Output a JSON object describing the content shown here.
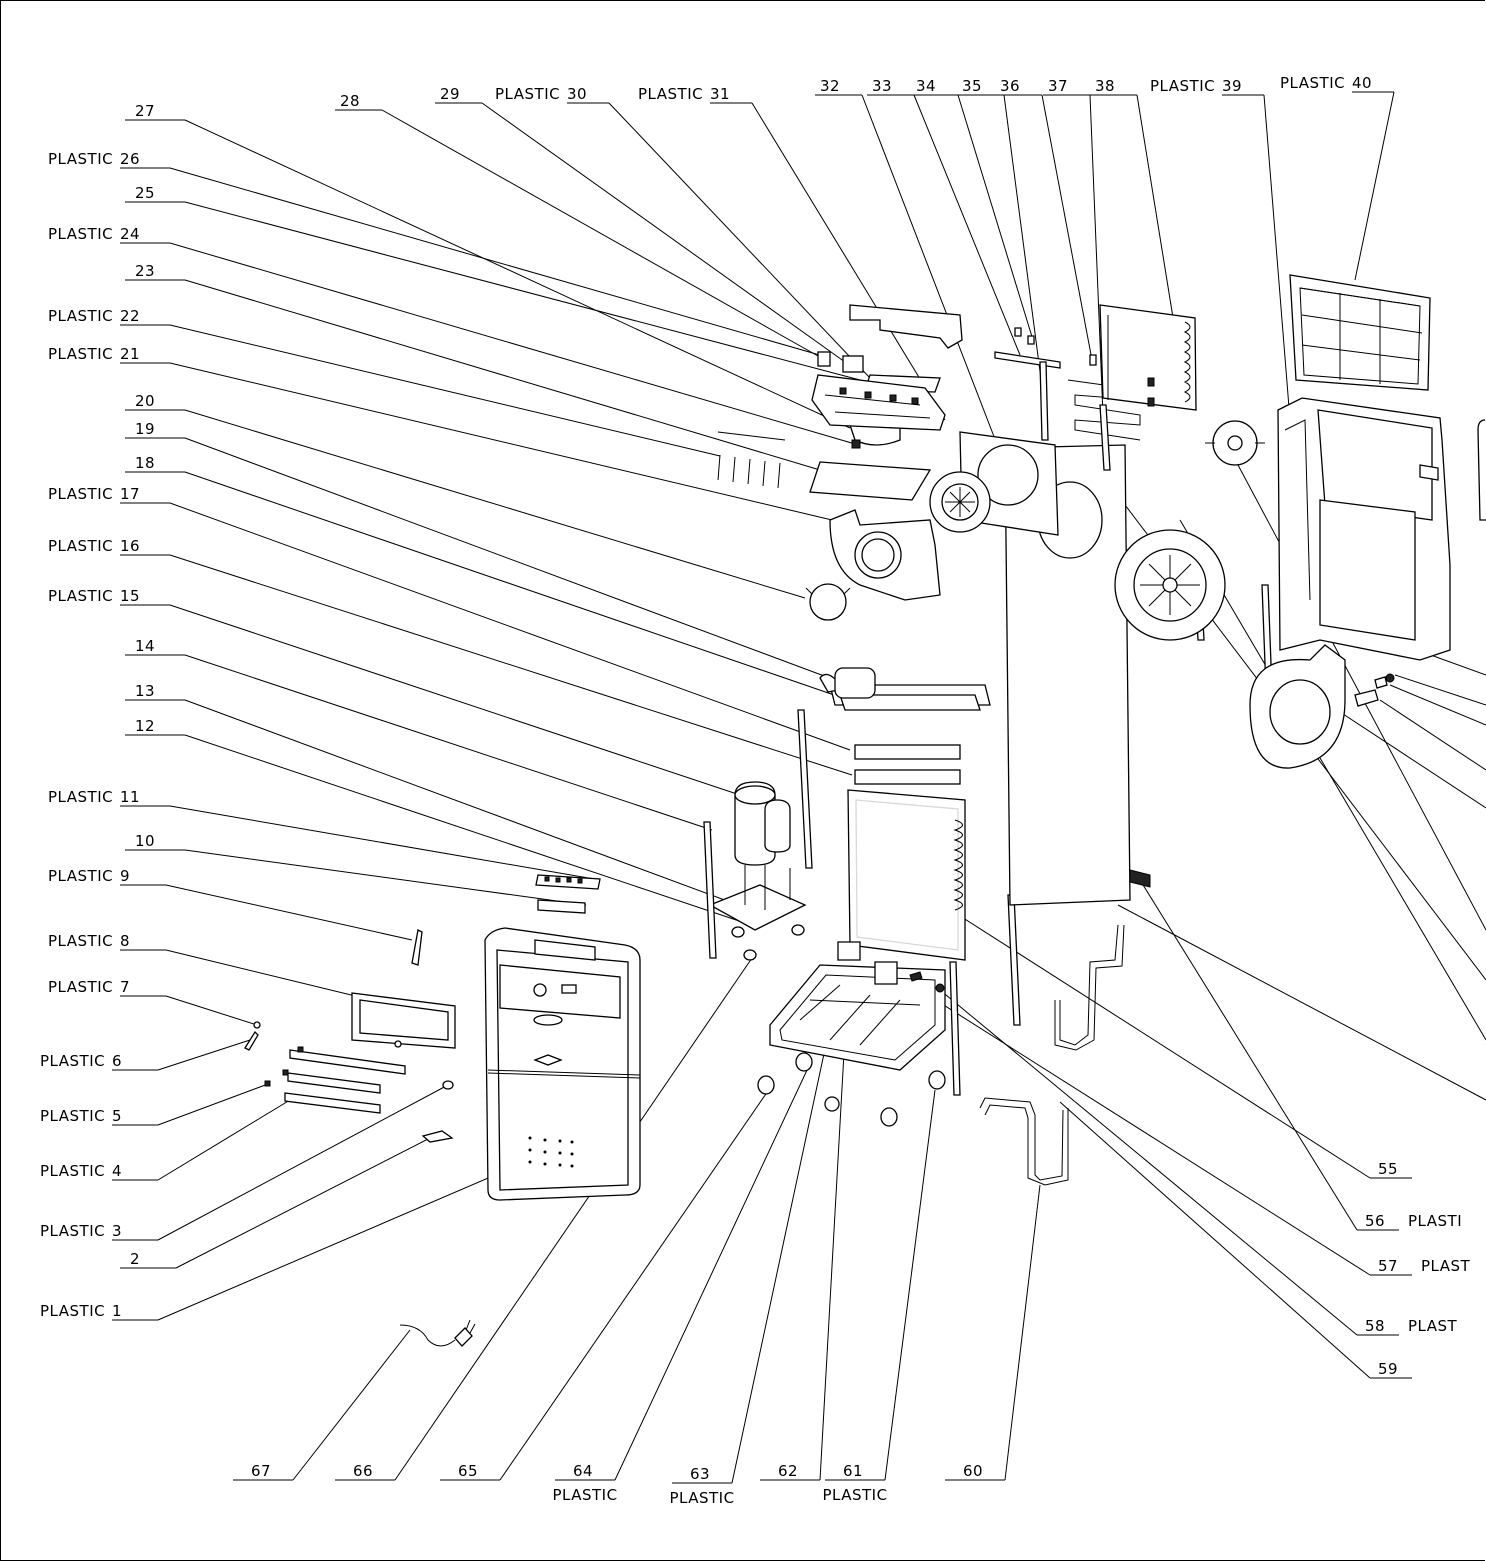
{
  "title": "",
  "colors": {
    "ink": "#000000",
    "paper": "#ffffff"
  },
  "callouts": [
    {
      "num": "27",
      "mat": ""
    },
    {
      "num": "26",
      "mat": "PLASTIC"
    },
    {
      "num": "25",
      "mat": ""
    },
    {
      "num": "24",
      "mat": "PLASTIC"
    },
    {
      "num": "23",
      "mat": ""
    },
    {
      "num": "22",
      "mat": "PLASTIC"
    },
    {
      "num": "21",
      "mat": "PLASTIC"
    },
    {
      "num": "20",
      "mat": ""
    },
    {
      "num": "19",
      "mat": ""
    },
    {
      "num": "18",
      "mat": ""
    },
    {
      "num": "17",
      "mat": "PLASTIC"
    },
    {
      "num": "16",
      "mat": "PLASTIC"
    },
    {
      "num": "15",
      "mat": "PLASTIC"
    },
    {
      "num": "14",
      "mat": ""
    },
    {
      "num": "13",
      "mat": ""
    },
    {
      "num": "12",
      "mat": ""
    },
    {
      "num": "11",
      "mat": "PLASTIC"
    },
    {
      "num": "10",
      "mat": ""
    },
    {
      "num": "9",
      "mat": "PLASTIC"
    },
    {
      "num": "8",
      "mat": "PLASTIC"
    },
    {
      "num": "7",
      "mat": "PLASTIC"
    },
    {
      "num": "6",
      "mat": "PLASTIC"
    },
    {
      "num": "5",
      "mat": "PLASTIC"
    },
    {
      "num": "4",
      "mat": "PLASTIC"
    },
    {
      "num": "3",
      "mat": "PLASTIC"
    },
    {
      "num": "2",
      "mat": ""
    },
    {
      "num": "1",
      "mat": "PLASTIC"
    },
    {
      "num": "28",
      "mat": ""
    },
    {
      "num": "29",
      "mat": ""
    },
    {
      "num": "30",
      "mat": "PLASTIC"
    },
    {
      "num": "31",
      "mat": "PLASTIC"
    },
    {
      "num": "32",
      "mat": ""
    },
    {
      "num": "33",
      "mat": ""
    },
    {
      "num": "34",
      "mat": ""
    },
    {
      "num": "35",
      "mat": ""
    },
    {
      "num": "36",
      "mat": ""
    },
    {
      "num": "37",
      "mat": ""
    },
    {
      "num": "38",
      "mat": ""
    },
    {
      "num": "39",
      "mat": "PLASTIC"
    },
    {
      "num": "40",
      "mat": "PLASTIC"
    },
    {
      "num": "55",
      "mat": ""
    },
    {
      "num": "56",
      "mat": "PLASTI"
    },
    {
      "num": "57",
      "mat": "PLAST"
    },
    {
      "num": "58",
      "mat": "PLAST"
    },
    {
      "num": "59",
      "mat": ""
    },
    {
      "num": "60",
      "mat": ""
    },
    {
      "num": "61",
      "mat": "PLASTIC"
    },
    {
      "num": "62",
      "mat": ""
    },
    {
      "num": "63",
      "mat": "PLASTIC"
    },
    {
      "num": "64",
      "mat": "PLASTIC"
    },
    {
      "num": "65",
      "mat": ""
    },
    {
      "num": "66",
      "mat": ""
    },
    {
      "num": "67",
      "mat": ""
    }
  ]
}
